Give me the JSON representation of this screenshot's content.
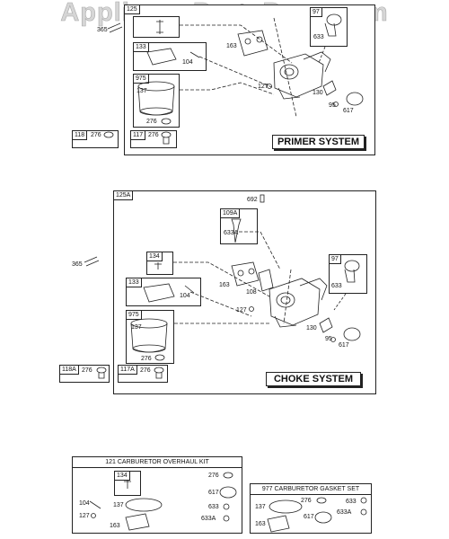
{
  "watermark": "AppliancePartsPros.com",
  "primer": {
    "frame": "125",
    "system_label": "PRIMER SYSTEM",
    "parts": [
      "365",
      "97",
      "633",
      "163",
      "133",
      "104",
      "975",
      "137",
      "276",
      "127",
      "130",
      "95",
      "617"
    ],
    "sub_118": {
      "tag": "118",
      "part": "276"
    },
    "sub_117": {
      "tag": "117",
      "part": "276"
    }
  },
  "choke": {
    "frame": "125A",
    "system_label": "CHOKE SYSTEM",
    "parts": {
      "p692": "692",
      "p109a": "109A",
      "p633a": "633A",
      "p365": "365",
      "p134": "134",
      "p97": "97",
      "p163": "163",
      "p108": "108",
      "p633": "633",
      "p133": "133",
      "p104": "104",
      "p127": "127",
      "p975": "975",
      "p137": "137",
      "p130": "130",
      "p95": "95",
      "p617": "617",
      "p276": "276"
    },
    "sub_118a": {
      "tag": "118A",
      "part": "276"
    },
    "sub_117a": {
      "tag": "117A",
      "part": "276"
    }
  },
  "overhaul_kit": {
    "title": "121 CARBURETOR OVERHAUL KIT",
    "parts": {
      "p134": "134",
      "p276": "276",
      "p104": "104",
      "p137": "137",
      "p617": "617",
      "p127": "127",
      "p633": "633",
      "p633a": "633A",
      "p163": "163"
    }
  },
  "gasket_set": {
    "title": "977 CARBURETOR GASKET SET",
    "parts": {
      "p137": "137",
      "p276": "276",
      "p633": "633",
      "p617": "617",
      "p633a": "633A",
      "p163": "163"
    }
  }
}
